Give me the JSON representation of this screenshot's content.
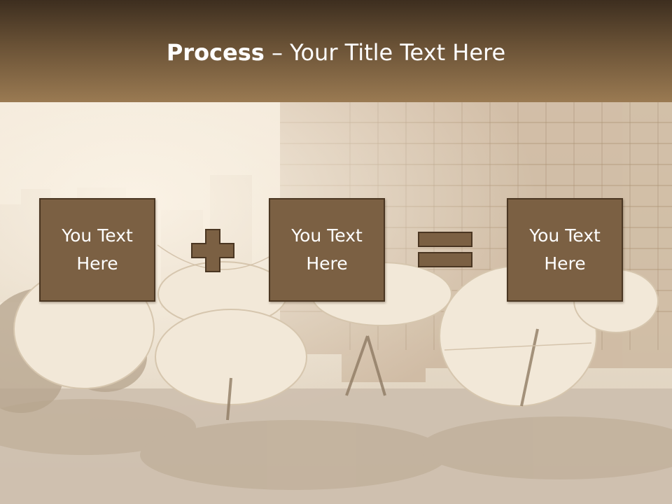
{
  "slide": {
    "title_bold": "Process",
    "title_rest": " – Your Title Text Here",
    "boxes": [
      "You Text Here",
      "You Text Here",
      "You Text Here"
    ],
    "operators": [
      "plus-icon",
      "equals-icon"
    ]
  },
  "colors": {
    "header_dark": "#3d2e1f",
    "header_light": "#9a7a52",
    "box_fill": "#7b6043",
    "box_border": "#4a3622",
    "background_tint": "#e9dfd0"
  }
}
